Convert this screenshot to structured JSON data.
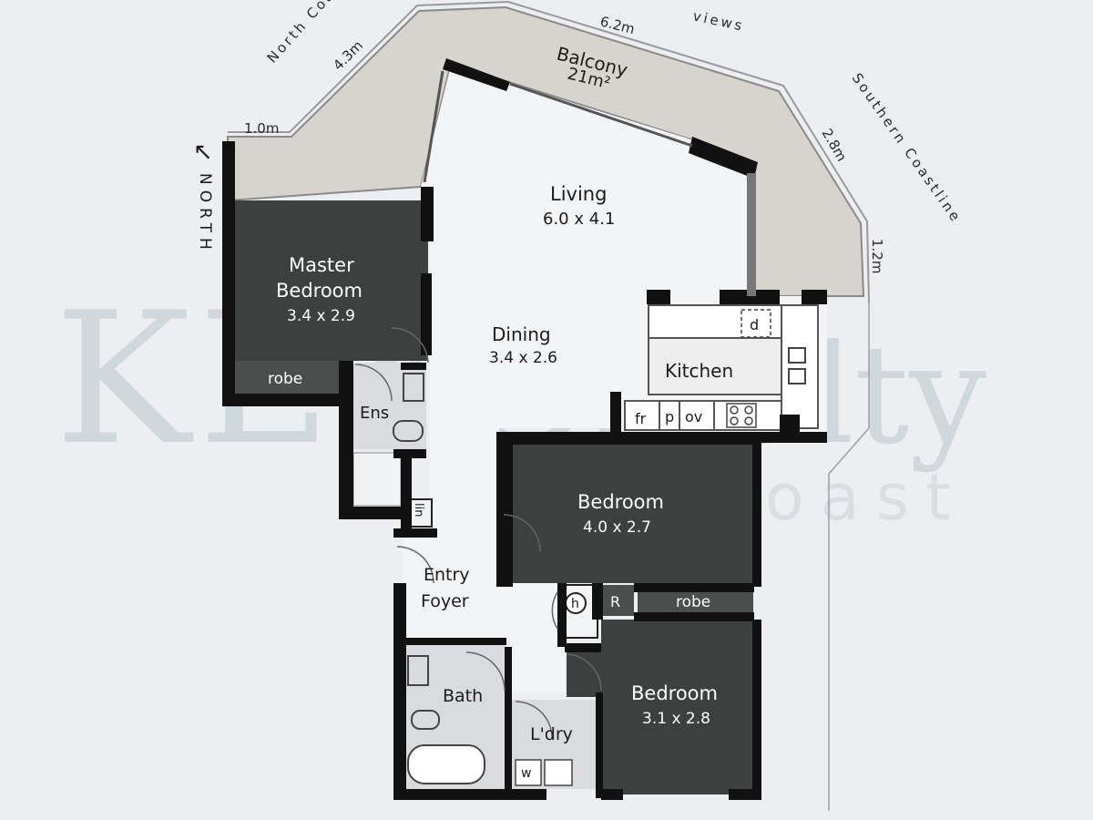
{
  "colors": {
    "paper": "#eceef1",
    "dark_room": "#3c403f",
    "balcony": "#d7d4cd",
    "wall": "#111111",
    "watermark": "#8ea3ad"
  },
  "watermark": {
    "main": "KEYS",
    "sub": "realty",
    "tagline": "gold coast"
  },
  "compass": {
    "label": "NORTH",
    "arrow": "↖"
  },
  "views": {
    "north": "North Coastline",
    "top": "views",
    "south": "Southern Coastline"
  },
  "dimensions": {
    "d1": "1.0m",
    "d2": "4.3m",
    "d3": "6.2m",
    "d4": "2.8m",
    "d5": "1.2m"
  },
  "rooms": {
    "balcony": {
      "name": "Balcony",
      "size": "21m²"
    },
    "living": {
      "name": "Living",
      "size": "6.0 x 4.1"
    },
    "master": {
      "name_line1": "Master",
      "name_line2": "Bedroom",
      "size": "3.4 x 2.9"
    },
    "robe_master": {
      "name": "robe"
    },
    "dining": {
      "name": "Dining",
      "size": "3.4 x 2.6"
    },
    "kitchen": {
      "name": "Kitchen"
    },
    "ensuite": {
      "name": "Ens"
    },
    "linen": {
      "name": "lin"
    },
    "bedroom2": {
      "name": "Bedroom",
      "size": "4.0 x 2.7"
    },
    "entry": {
      "name_line1": "Entry",
      "name_line2": "Foyer"
    },
    "robe2": {
      "name": "robe"
    },
    "bedroom3": {
      "name": "Bedroom",
      "size": "3.1 x 2.8"
    },
    "bath": {
      "name": "Bath"
    },
    "laundry": {
      "name": "L'dry"
    }
  },
  "fixtures": {
    "fridge": "fr",
    "pantry": "p",
    "oven": "ov",
    "dishwasher": "d",
    "hot_water": "h",
    "robe_r": "R",
    "washer": "w"
  }
}
